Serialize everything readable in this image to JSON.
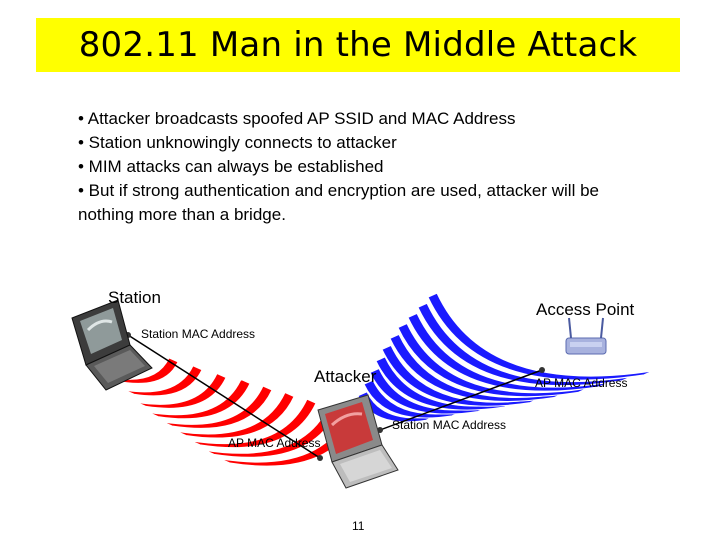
{
  "slide": {
    "title": "802.11 Man in the Middle Attack",
    "bullets": [
      "• Attacker broadcasts spoofed AP SSID and MAC Address",
      "• Station unknowingly connects to attacker",
      "• MIM attacks can always be established",
      "• But if strong authentication and encryption are used, attacker will be",
      "nothing more than a bridge."
    ],
    "page_number": "11"
  },
  "diagram": {
    "labels": {
      "station": "Station",
      "access_point": "Access Point",
      "attacker": "Attacker",
      "station_mac_top": "Station MAC Address",
      "ap_mac_right": "AP MAC Address",
      "station_mac_bottom": "Station MAC Address",
      "ap_mac_bottom": "AP MAC Address"
    },
    "colors": {
      "red_waves": "#ff0000",
      "blue_waves": "#1a1aff",
      "title_background": "#ffff00"
    },
    "icons": [
      "laptop-icon",
      "access-point-icon",
      "laptop-icon"
    ]
  }
}
